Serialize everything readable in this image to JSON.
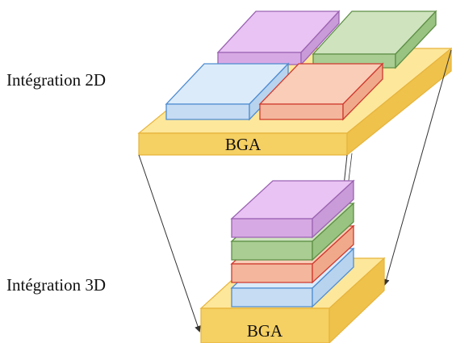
{
  "labels": {
    "integration_2d": "Intégration 2D",
    "integration_3d": "Intégration 3D",
    "bga_2d": "BGA",
    "bga_3d": "BGA"
  },
  "colors": {
    "bga_top": "#FDE79B",
    "bga_side": "#F5D062",
    "bga_stroke": "#E7B43B",
    "purple_top": "#E9C3F3",
    "purple_side": "#C99BD8",
    "purple_stroke": "#9B63B3",
    "green_top": "#CFE3BF",
    "green_side": "#98C381",
    "green_stroke": "#5E8F45",
    "salmon_top": "#F9CDB8",
    "salmon_side": "#F1A98B",
    "salmon_stroke": "#CF3A2E",
    "blue_top": "#DCEBFA",
    "blue_side": "#B8D3EE",
    "blue_stroke": "#4F8DD1",
    "arrow": "#333333"
  }
}
